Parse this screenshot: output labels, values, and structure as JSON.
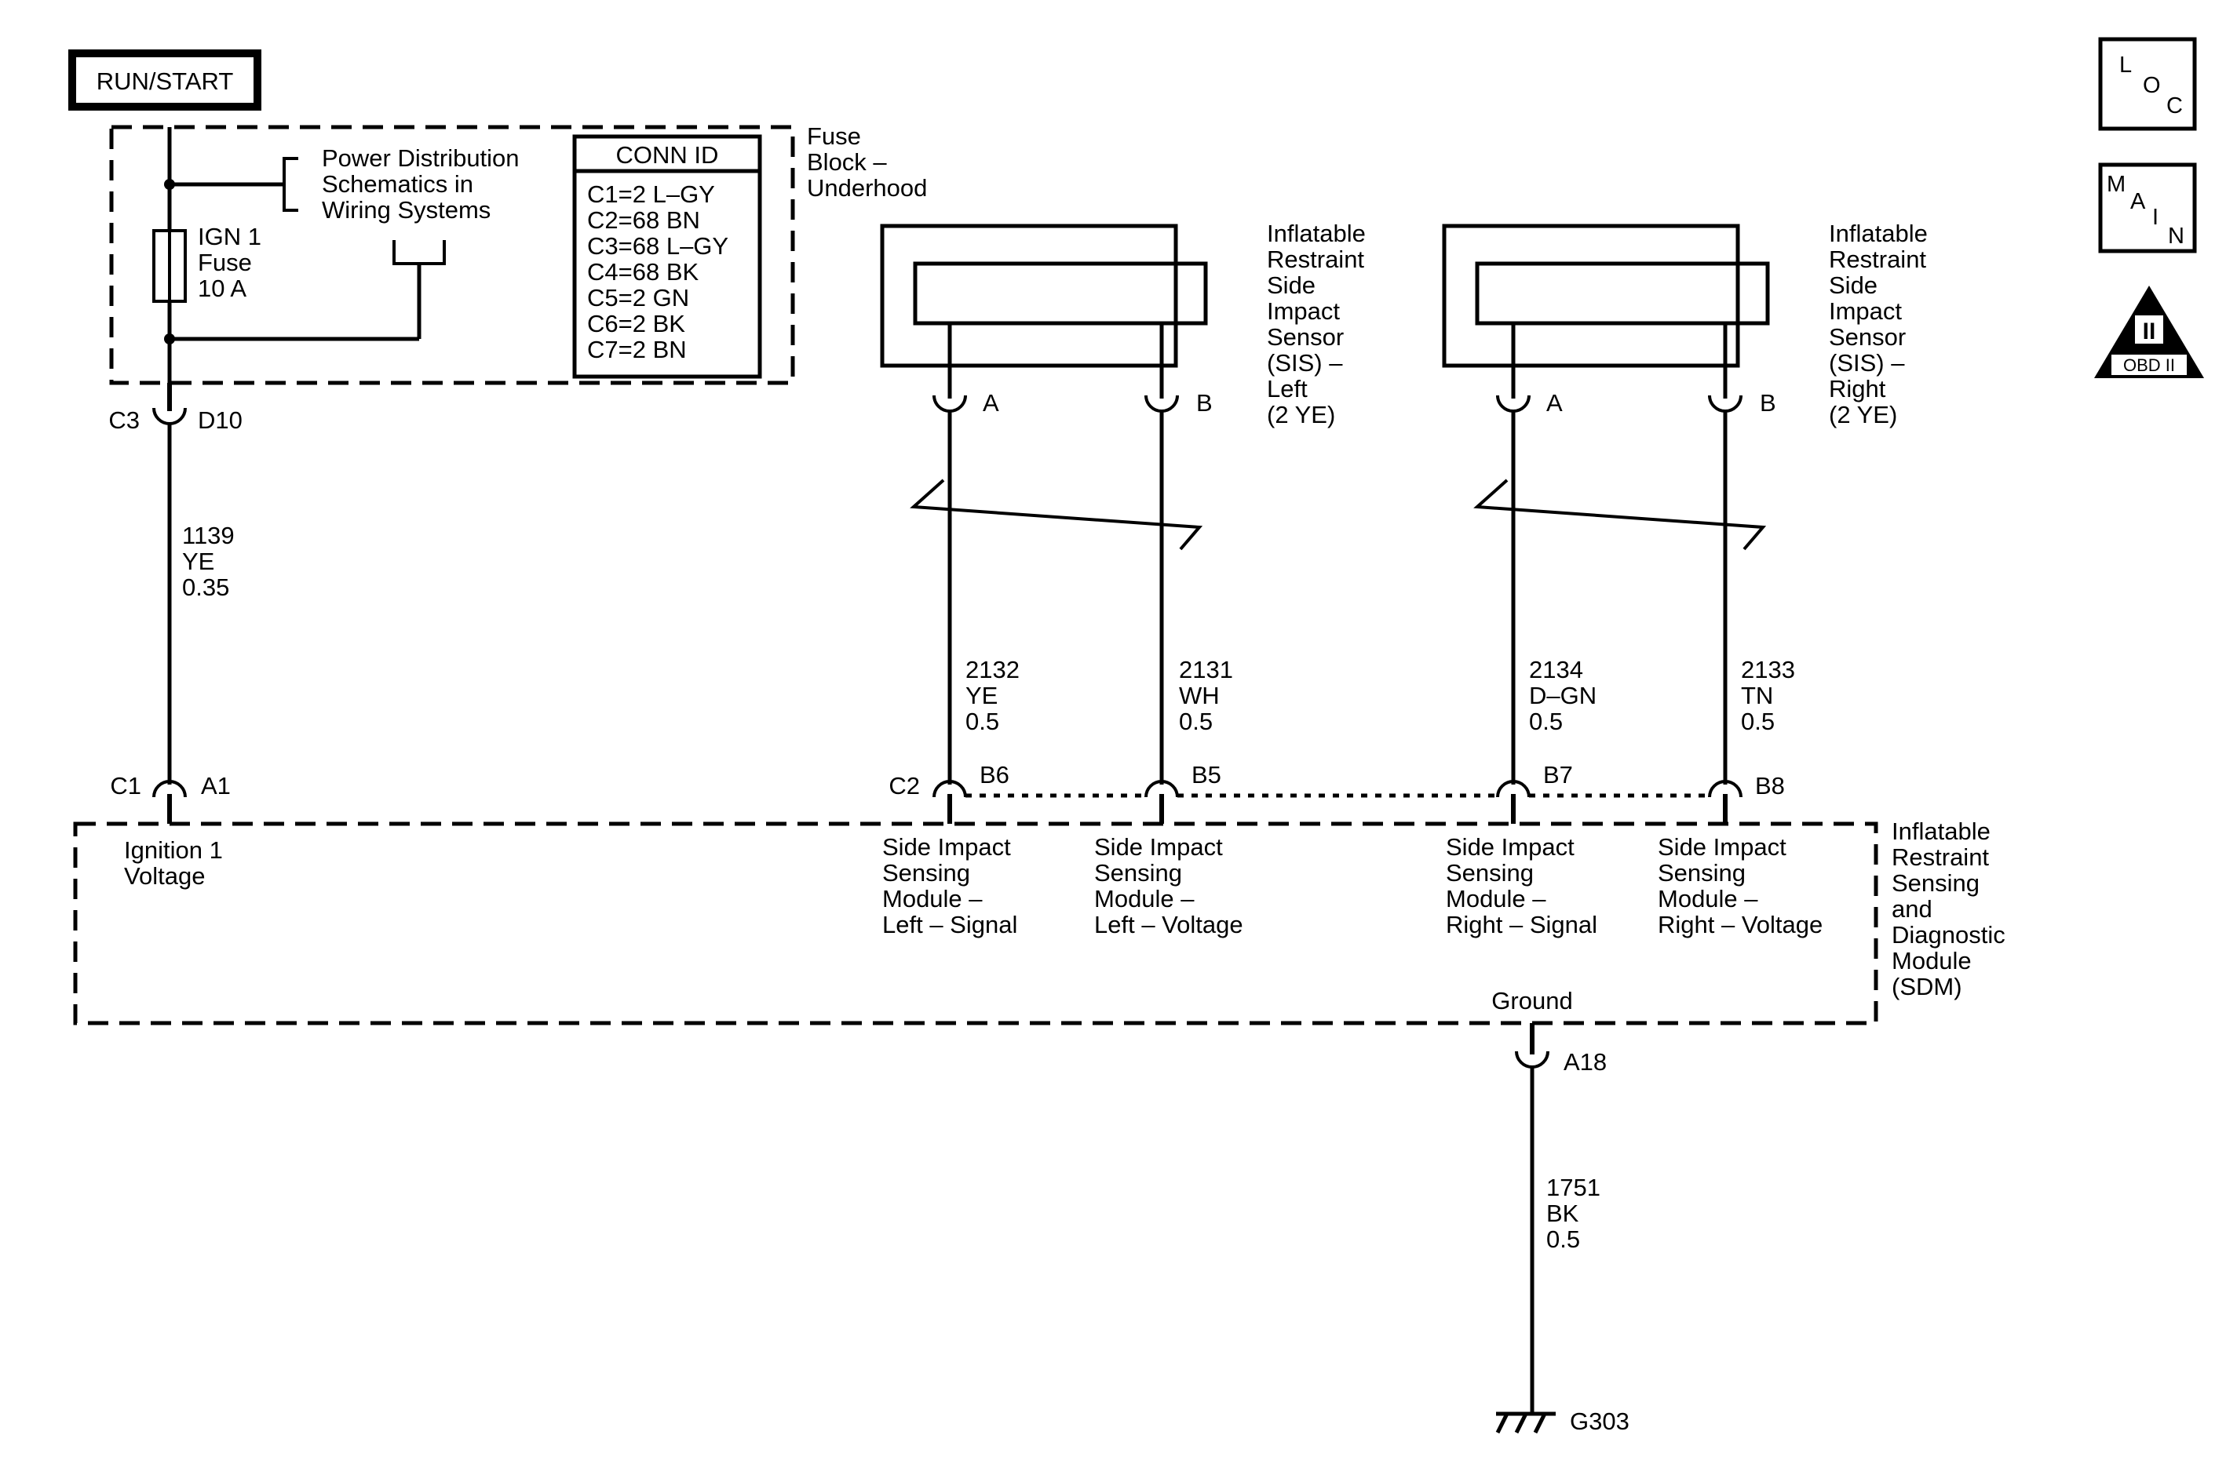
{
  "power_source": {
    "label": "RUN/START"
  },
  "fuse_block": {
    "name_lines": [
      "Fuse",
      "Block –",
      "Underhood"
    ],
    "power_dist_lines": [
      "Power Distribution",
      "Schematics in",
      "Wiring Systems"
    ],
    "fuse_lines": [
      "IGN 1",
      "Fuse",
      "10 A"
    ],
    "conn_id": {
      "title": "CONN ID",
      "rows": [
        "C1=2 L–GY",
        "C2=68 BN",
        "C3=68 L–GY",
        "C4=68 BK",
        "C5=2 GN",
        "C6=2 BK",
        "C7=2 BN"
      ]
    },
    "out_conn": "C3",
    "out_pin": "D10"
  },
  "ignition_wire": {
    "circuit": "1139",
    "color": "YE",
    "size": "0.35"
  },
  "sensor_left": {
    "name_lines": [
      "Inflatable",
      "Restraint",
      "Side",
      "Impact",
      "Sensor",
      "(SIS) –",
      "Left",
      "(2 YE)"
    ],
    "pin_a": "A",
    "pin_b": "B"
  },
  "sensor_right": {
    "name_lines": [
      "Inflatable",
      "Restraint",
      "Side",
      "Impact",
      "Sensor",
      "(SIS) –",
      "Right",
      "(2 YE)"
    ],
    "pin_a": "A",
    "pin_b": "B"
  },
  "sensor_wires": [
    {
      "circuit": "2132",
      "color": "YE",
      "size": "0.5"
    },
    {
      "circuit": "2131",
      "color": "WH",
      "size": "0.5"
    },
    {
      "circuit": "2134",
      "color": "D–GN",
      "size": "0.5"
    },
    {
      "circuit": "2133",
      "color": "TN",
      "size": "0.5"
    }
  ],
  "sdm": {
    "name_lines": [
      "Inflatable",
      "Restraint",
      "Sensing",
      "and",
      "Diagnostic",
      "Module",
      "(SDM)"
    ],
    "ign_conn": "C1",
    "ign_pin": "A1",
    "ign_label_lines": [
      "Ignition 1",
      "Voltage"
    ],
    "sensor_conn": "C2",
    "sensor_pins": [
      "B6",
      "B5",
      "B7",
      "B8"
    ],
    "sensor_labels": [
      [
        "Side Impact",
        "Sensing",
        "Module –",
        "Left – Signal"
      ],
      [
        "Side Impact",
        "Sensing",
        "Module –",
        "Left – Voltage"
      ],
      [
        "Side Impact",
        "Sensing",
        "Module –",
        "Right – Signal"
      ],
      [
        "Side Impact",
        "Sensing",
        "Module –",
        "Right – Voltage"
      ]
    ],
    "ground_label": "Ground",
    "ground_pin": "A18"
  },
  "ground_wire": {
    "circuit": "1751",
    "color": "BK",
    "size": "0.5"
  },
  "ground_point": "G303",
  "nav_buttons": {
    "loc": [
      "L",
      "O",
      "C"
    ],
    "main": [
      "M",
      "A",
      "I",
      "N"
    ],
    "obd": {
      "numeral": "II",
      "label": "OBD II"
    }
  }
}
